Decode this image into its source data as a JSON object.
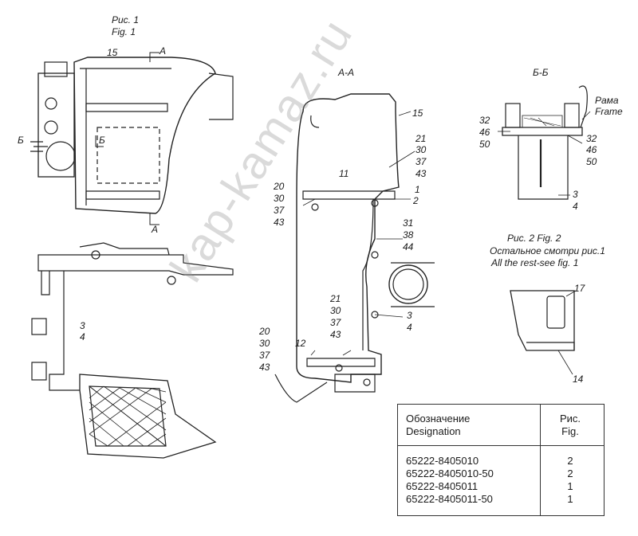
{
  "captions": {
    "fig1_ru": "Рис. 1",
    "fig1_en": "Fig. 1",
    "section_aa": "А-А",
    "section_bb": "Б-Б",
    "frame_ru": "Рама",
    "frame_en": "Frame",
    "fig2_line1": "Рис. 2 Fig. 2",
    "fig2_line2": "Остальное смотри рис.1",
    "fig2_line3": "All the rest-see fig. 1"
  },
  "section_marks": {
    "a_top": "А",
    "a_bottom": "А",
    "b_left": "Б",
    "b_right": "Б"
  },
  "callouts": {
    "c15a": "15",
    "c15b": "15",
    "c3a": "3",
    "c4a": "4",
    "c11": "11",
    "c12": "12",
    "c21a": "21",
    "c30a": "30",
    "c37a": "37",
    "c43a": "43",
    "c1": "1",
    "c2": "2",
    "c20a": "20",
    "c30b": "30",
    "c37b": "37",
    "c43b": "43",
    "c31": "31",
    "c38": "38",
    "c44": "44",
    "c21b": "21",
    "c30c": "30",
    "c37c": "37",
    "c43c": "43",
    "c20b": "20",
    "c30d": "30",
    "c37d": "37",
    "c43d": "43",
    "c3b": "3",
    "c4b": "4",
    "c32a": "32",
    "c46a": "46",
    "c50a": "50",
    "c32b": "32",
    "c46b": "46",
    "c50b": "50",
    "c3c": "3",
    "c4c": "4",
    "c17": "17",
    "c14": "14"
  },
  "watermark": "kap-kamaz.ru",
  "table": {
    "head_ru": "Обозначение",
    "head_en": "Designation",
    "fig_ru": "Рис.",
    "fig_en": "Fig.",
    "rows": [
      {
        "designation": "65222-8405010",
        "fig": "2"
      },
      {
        "designation": "65222-8405010-50",
        "fig": "2"
      },
      {
        "designation": "65222-8405011",
        "fig": "1"
      },
      {
        "designation": "65222-8405011-50",
        "fig": "1"
      }
    ]
  }
}
